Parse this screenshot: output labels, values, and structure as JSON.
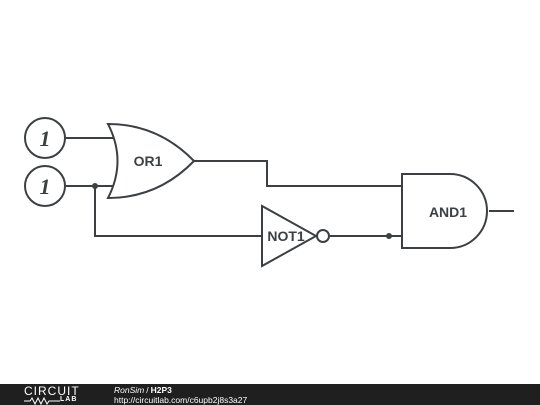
{
  "inputs": [
    {
      "value": "1"
    },
    {
      "value": "1"
    }
  ],
  "gates": {
    "or": "OR1",
    "not": "NOT1",
    "and": "AND1"
  },
  "footer": {
    "logo_top": "CIRCUIT",
    "logo_bottom": "LAB",
    "user": "RonSim",
    "separator": "/",
    "title": "H2P3",
    "url": "http://circuitlab.com/c6upb2j8s3a27"
  },
  "colors": {
    "wire": "#3c4043",
    "footer_bg": "#1f1f1f"
  }
}
